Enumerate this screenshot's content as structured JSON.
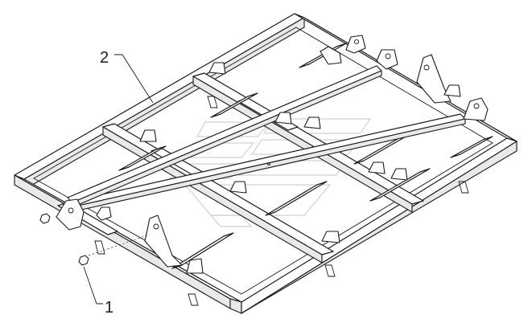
{
  "callouts": [
    {
      "label": "2"
    },
    {
      "label": "1"
    }
  ],
  "watermark": {
    "icon": "company-logo-watermark"
  },
  "colors": {
    "line": "#1a1a1a",
    "background": "#ffffff",
    "watermark": "#d4d4d4"
  }
}
